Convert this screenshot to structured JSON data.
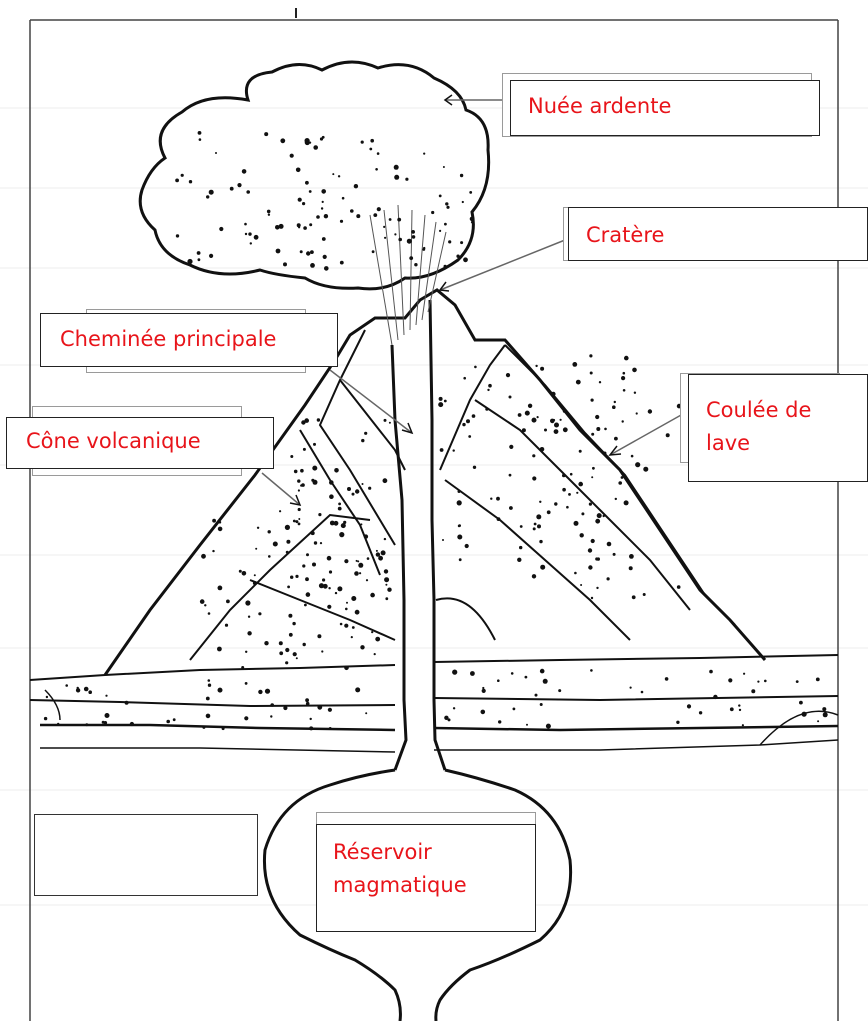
{
  "diagram": {
    "labels": {
      "nuee": "Nuée ardente",
      "cratere": "Cratère",
      "cheminee": "Cheminée principale",
      "coulee": "Coulée de\nlave",
      "cone": "Cône volcanique",
      "reservoir": "Réservoir\nmagmatique"
    },
    "colors": {
      "label_text": "#e8141a",
      "line": "#111111"
    }
  }
}
